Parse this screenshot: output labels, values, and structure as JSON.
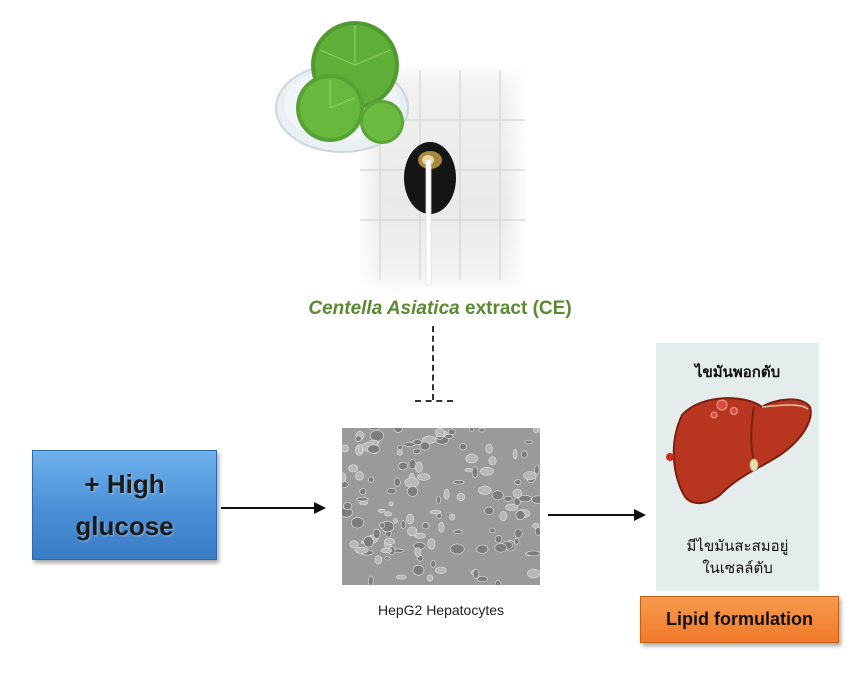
{
  "extract": {
    "label_italic": "Centella Asiatica",
    "label_rest": " extract (CE)"
  },
  "glucose_box": {
    "line1": "+ High",
    "line2": "glucose"
  },
  "cells": {
    "label": "HepG2 Hepatocytes"
  },
  "liver": {
    "title": "ไขมันพอกตับ",
    "desc_line1": "มีไขมันสะสมอยู่",
    "desc_line2": "ในเซลล์ตับ"
  },
  "lipid_box": {
    "label": "Lipid formulation"
  },
  "colors": {
    "extract_text": "#5b8a32",
    "glucose_box": "#4a8fd6",
    "lipid_box": "#ef7a2a",
    "liver": "#b8361f"
  },
  "icons": [
    "centella-leaf-plate-icon",
    "extract-dropper-icon",
    "liver-icon",
    "hepatocyte-cells-image"
  ]
}
